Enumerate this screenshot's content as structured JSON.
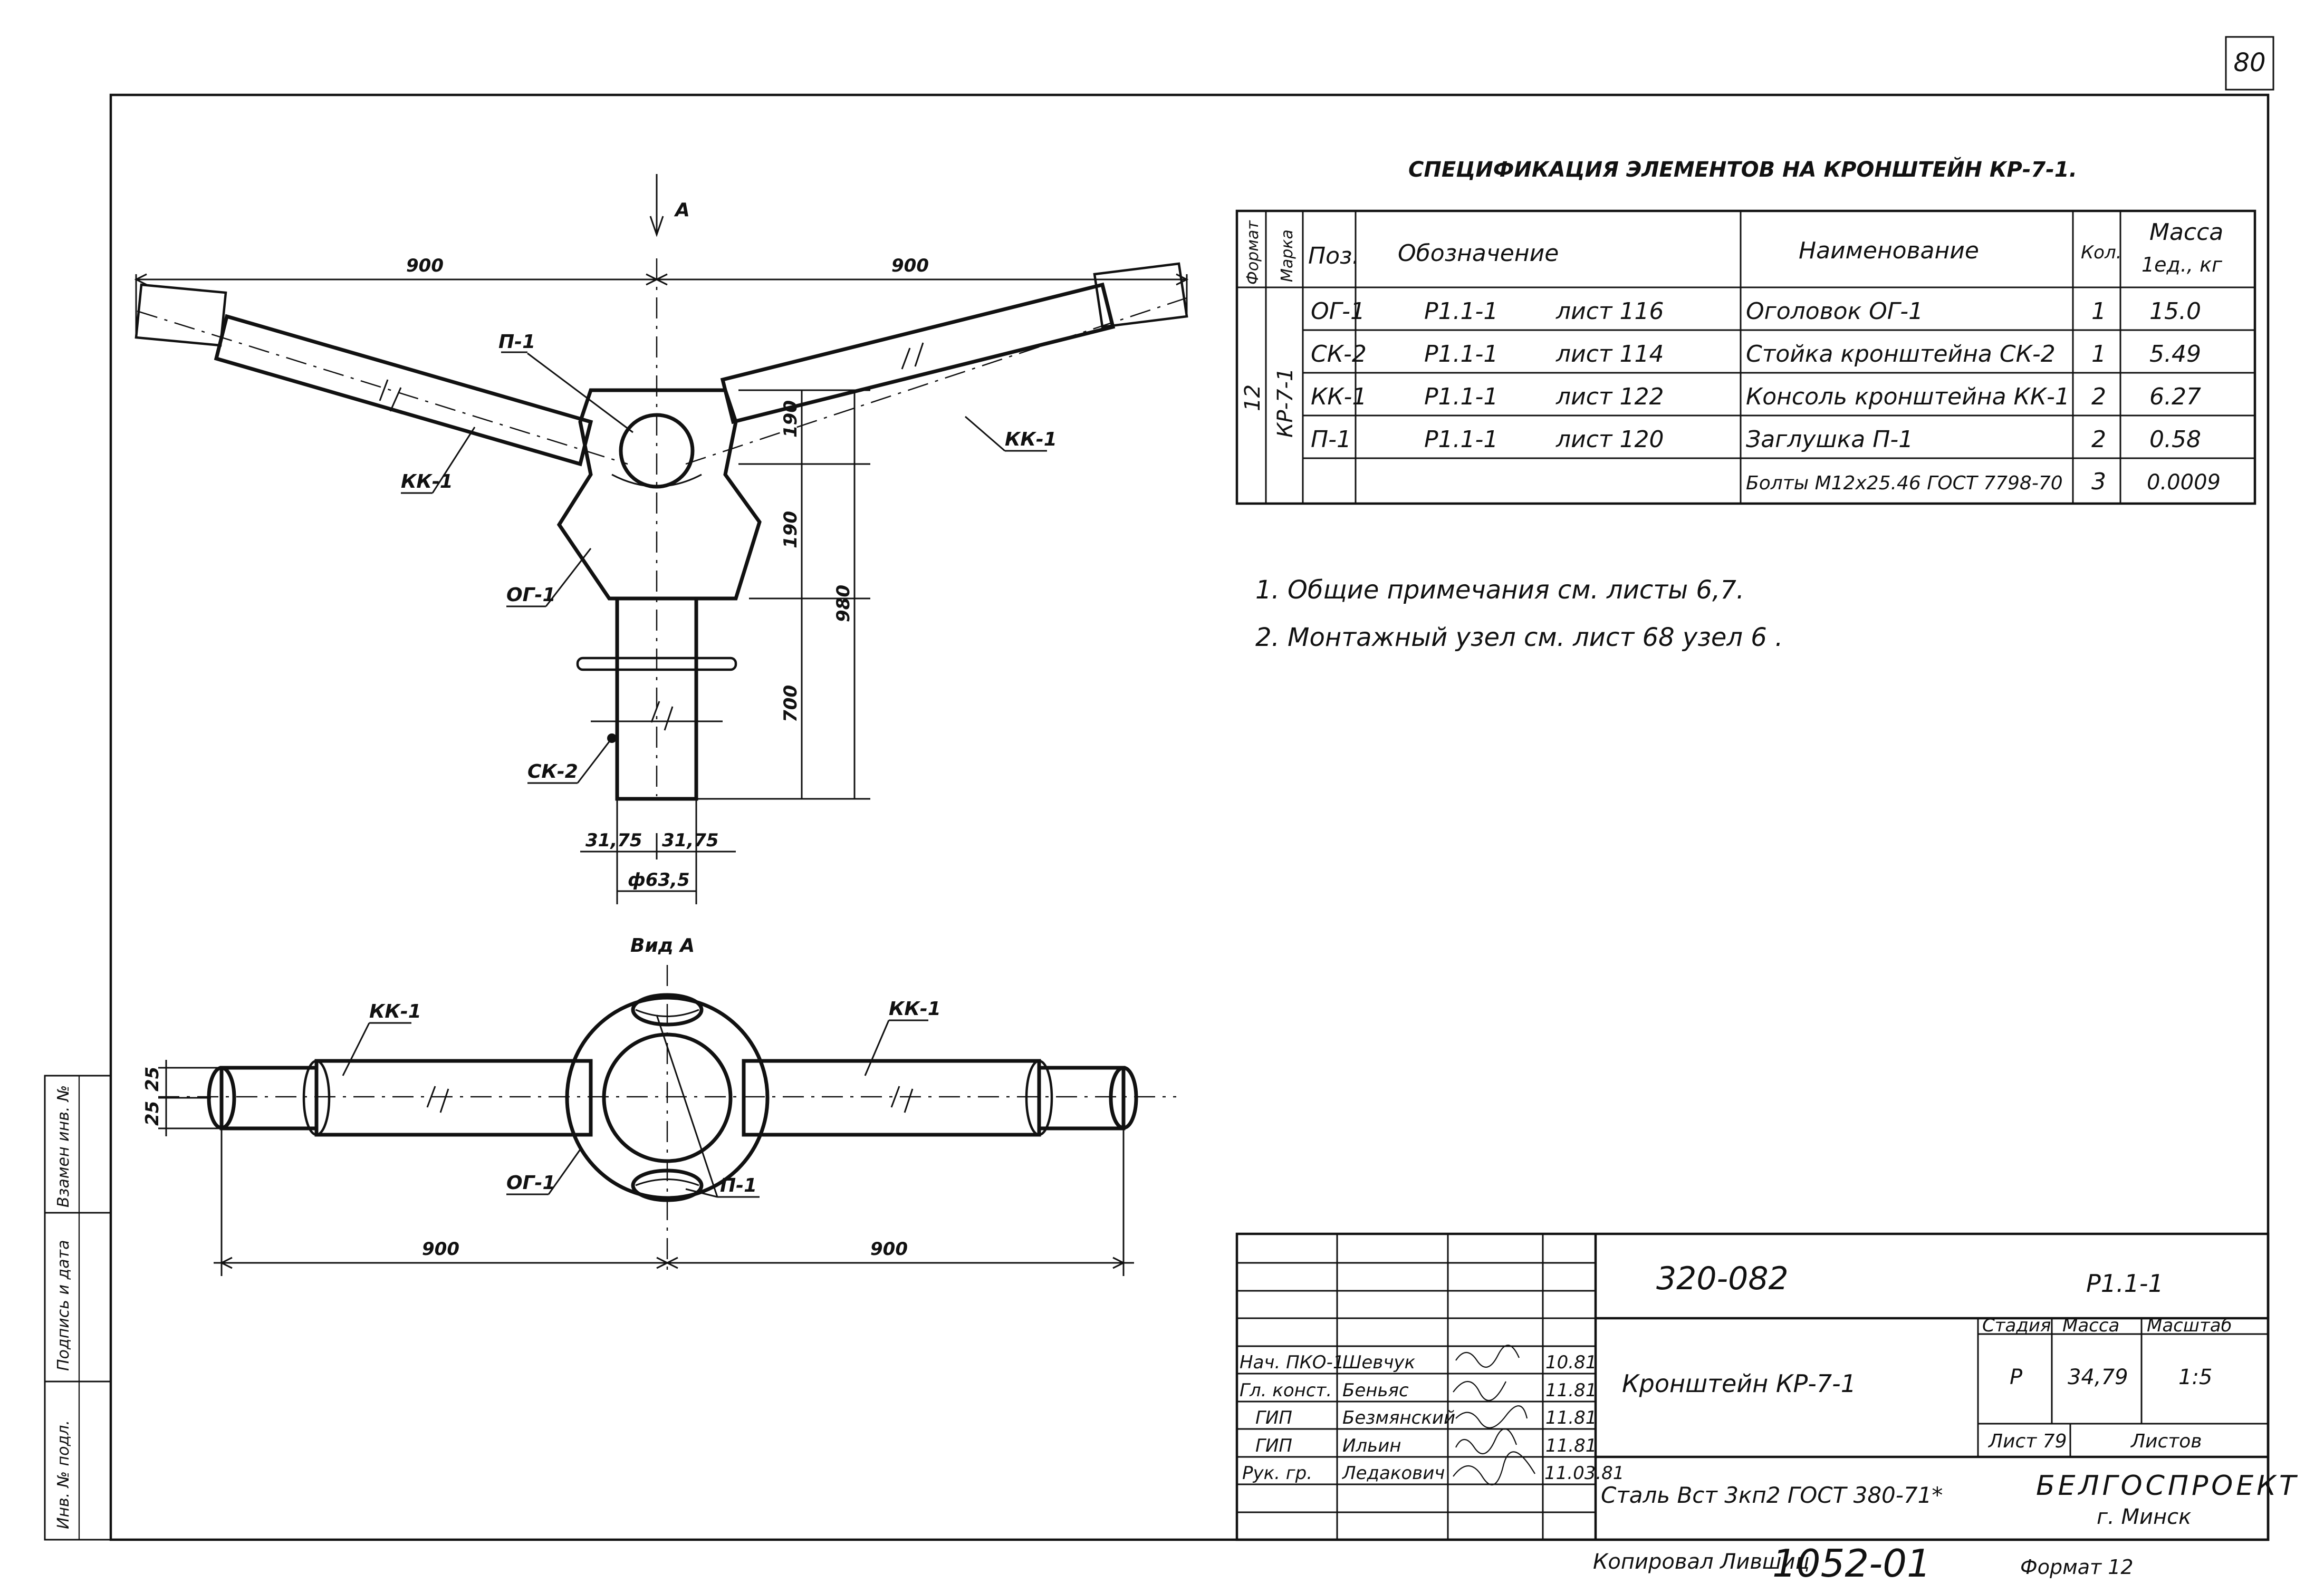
{
  "sheet": {
    "page_number": "80",
    "format": "Формат 12",
    "copied_by": "Копировал Лившиц",
    "doc_number": "1052-01"
  },
  "spec": {
    "title": "СПЕЦИФИКАЦИЯ ЭЛЕМЕНТОВ НА КРОНШТЕЙН КР-7-1.",
    "headers": {
      "format": "Формат",
      "mark": "Марка",
      "pos": "Поз.",
      "designation": "Обозначение",
      "name": "Наименование",
      "qty": "Кол.",
      "mass": "Масса",
      "mass_unit": "1ед., кг"
    },
    "format_value": "12",
    "mark_value": "КР-7-1",
    "rows": [
      {
        "pos": "ОГ-1",
        "doc": "Р1.1-1",
        "sheet": "лист 116",
        "name": "Оголовок ОГ-1",
        "qty": "1",
        "mass": "15.0"
      },
      {
        "pos": "СК-2",
        "doc": "Р1.1-1",
        "sheet": "лист 114",
        "name": "Стойка кронштейна СК-2",
        "qty": "1",
        "mass": "5.49"
      },
      {
        "pos": "КК-1",
        "doc": "Р1.1-1",
        "sheet": "лист 122",
        "name": "Консоль кронштейна КК-1",
        "qty": "2",
        "mass": "6.27"
      },
      {
        "pos": "П-1",
        "doc": "Р1.1-1",
        "sheet": "лист 120",
        "name": "Заглушка П-1",
        "qty": "2",
        "mass": "0.58"
      },
      {
        "pos": "",
        "doc": "",
        "sheet": "",
        "name": "Болты М12х25.46 ГОСТ 7798-70",
        "qty": "3",
        "mass": "0.0009"
      }
    ]
  },
  "notes": [
    "1. Общие примечания см. листы 6,7.",
    "2. Монтажный узел см. лист 68 узел 6 ."
  ],
  "front_view": {
    "labels": {
      "section_a": "А",
      "p1": "П-1",
      "kk1_left": "КК-1",
      "kk1_right": "КК-1",
      "og1": "ОГ-1",
      "ck2": "СК-2"
    },
    "dims": {
      "left_span": "900",
      "right_span": "900",
      "d190_top": "190",
      "d190": "190",
      "d980": "980",
      "d700": "700",
      "w_left": "31,75",
      "w_right": "31,75",
      "dia": "ф63,5"
    }
  },
  "view_a": {
    "title": "Вид А",
    "labels": {
      "kk1_left": "КК-1",
      "kk1_right": "КК-1",
      "og1": "ОГ-1",
      "p1": "П-1"
    },
    "dims": {
      "h25_top": "25",
      "h25_bottom": "25",
      "left_span": "900",
      "right_span": "900"
    }
  },
  "side_strip": {
    "cells": [
      "Взамен инв. №",
      "Подпись и дата",
      "Инв. № подл."
    ]
  },
  "stamp": {
    "code": "320-082",
    "series": "Р1.1-1",
    "title": "Кронштейн КР-7-1",
    "material": "Сталь Вст 3кп2 ГОСТ 380-71*",
    "stage_h": "Стадия",
    "mass_h": "Масса",
    "scale_h": "Масштаб",
    "stage": "Р",
    "mass": "34,79",
    "scale": "1:5",
    "sheet_h": "Лист 79",
    "sheets_h": "Листов",
    "org": "БЕЛГОСПРОЕКТ",
    "city": "г. Минск",
    "people": [
      {
        "role": "Нач. ПКО-1",
        "name": "Шевчук",
        "date": "10.81"
      },
      {
        "role": "Гл. конст.",
        "name": "Беньяс",
        "date": "11.81"
      },
      {
        "role": "ГИП",
        "name": "Безмянский",
        "date": "11.81"
      },
      {
        "role": "ГИП",
        "name": "Ильин",
        "date": "11.81"
      },
      {
        "role": "Рук. гр.",
        "name": "Ледакович",
        "date": "11.03.81"
      }
    ]
  }
}
